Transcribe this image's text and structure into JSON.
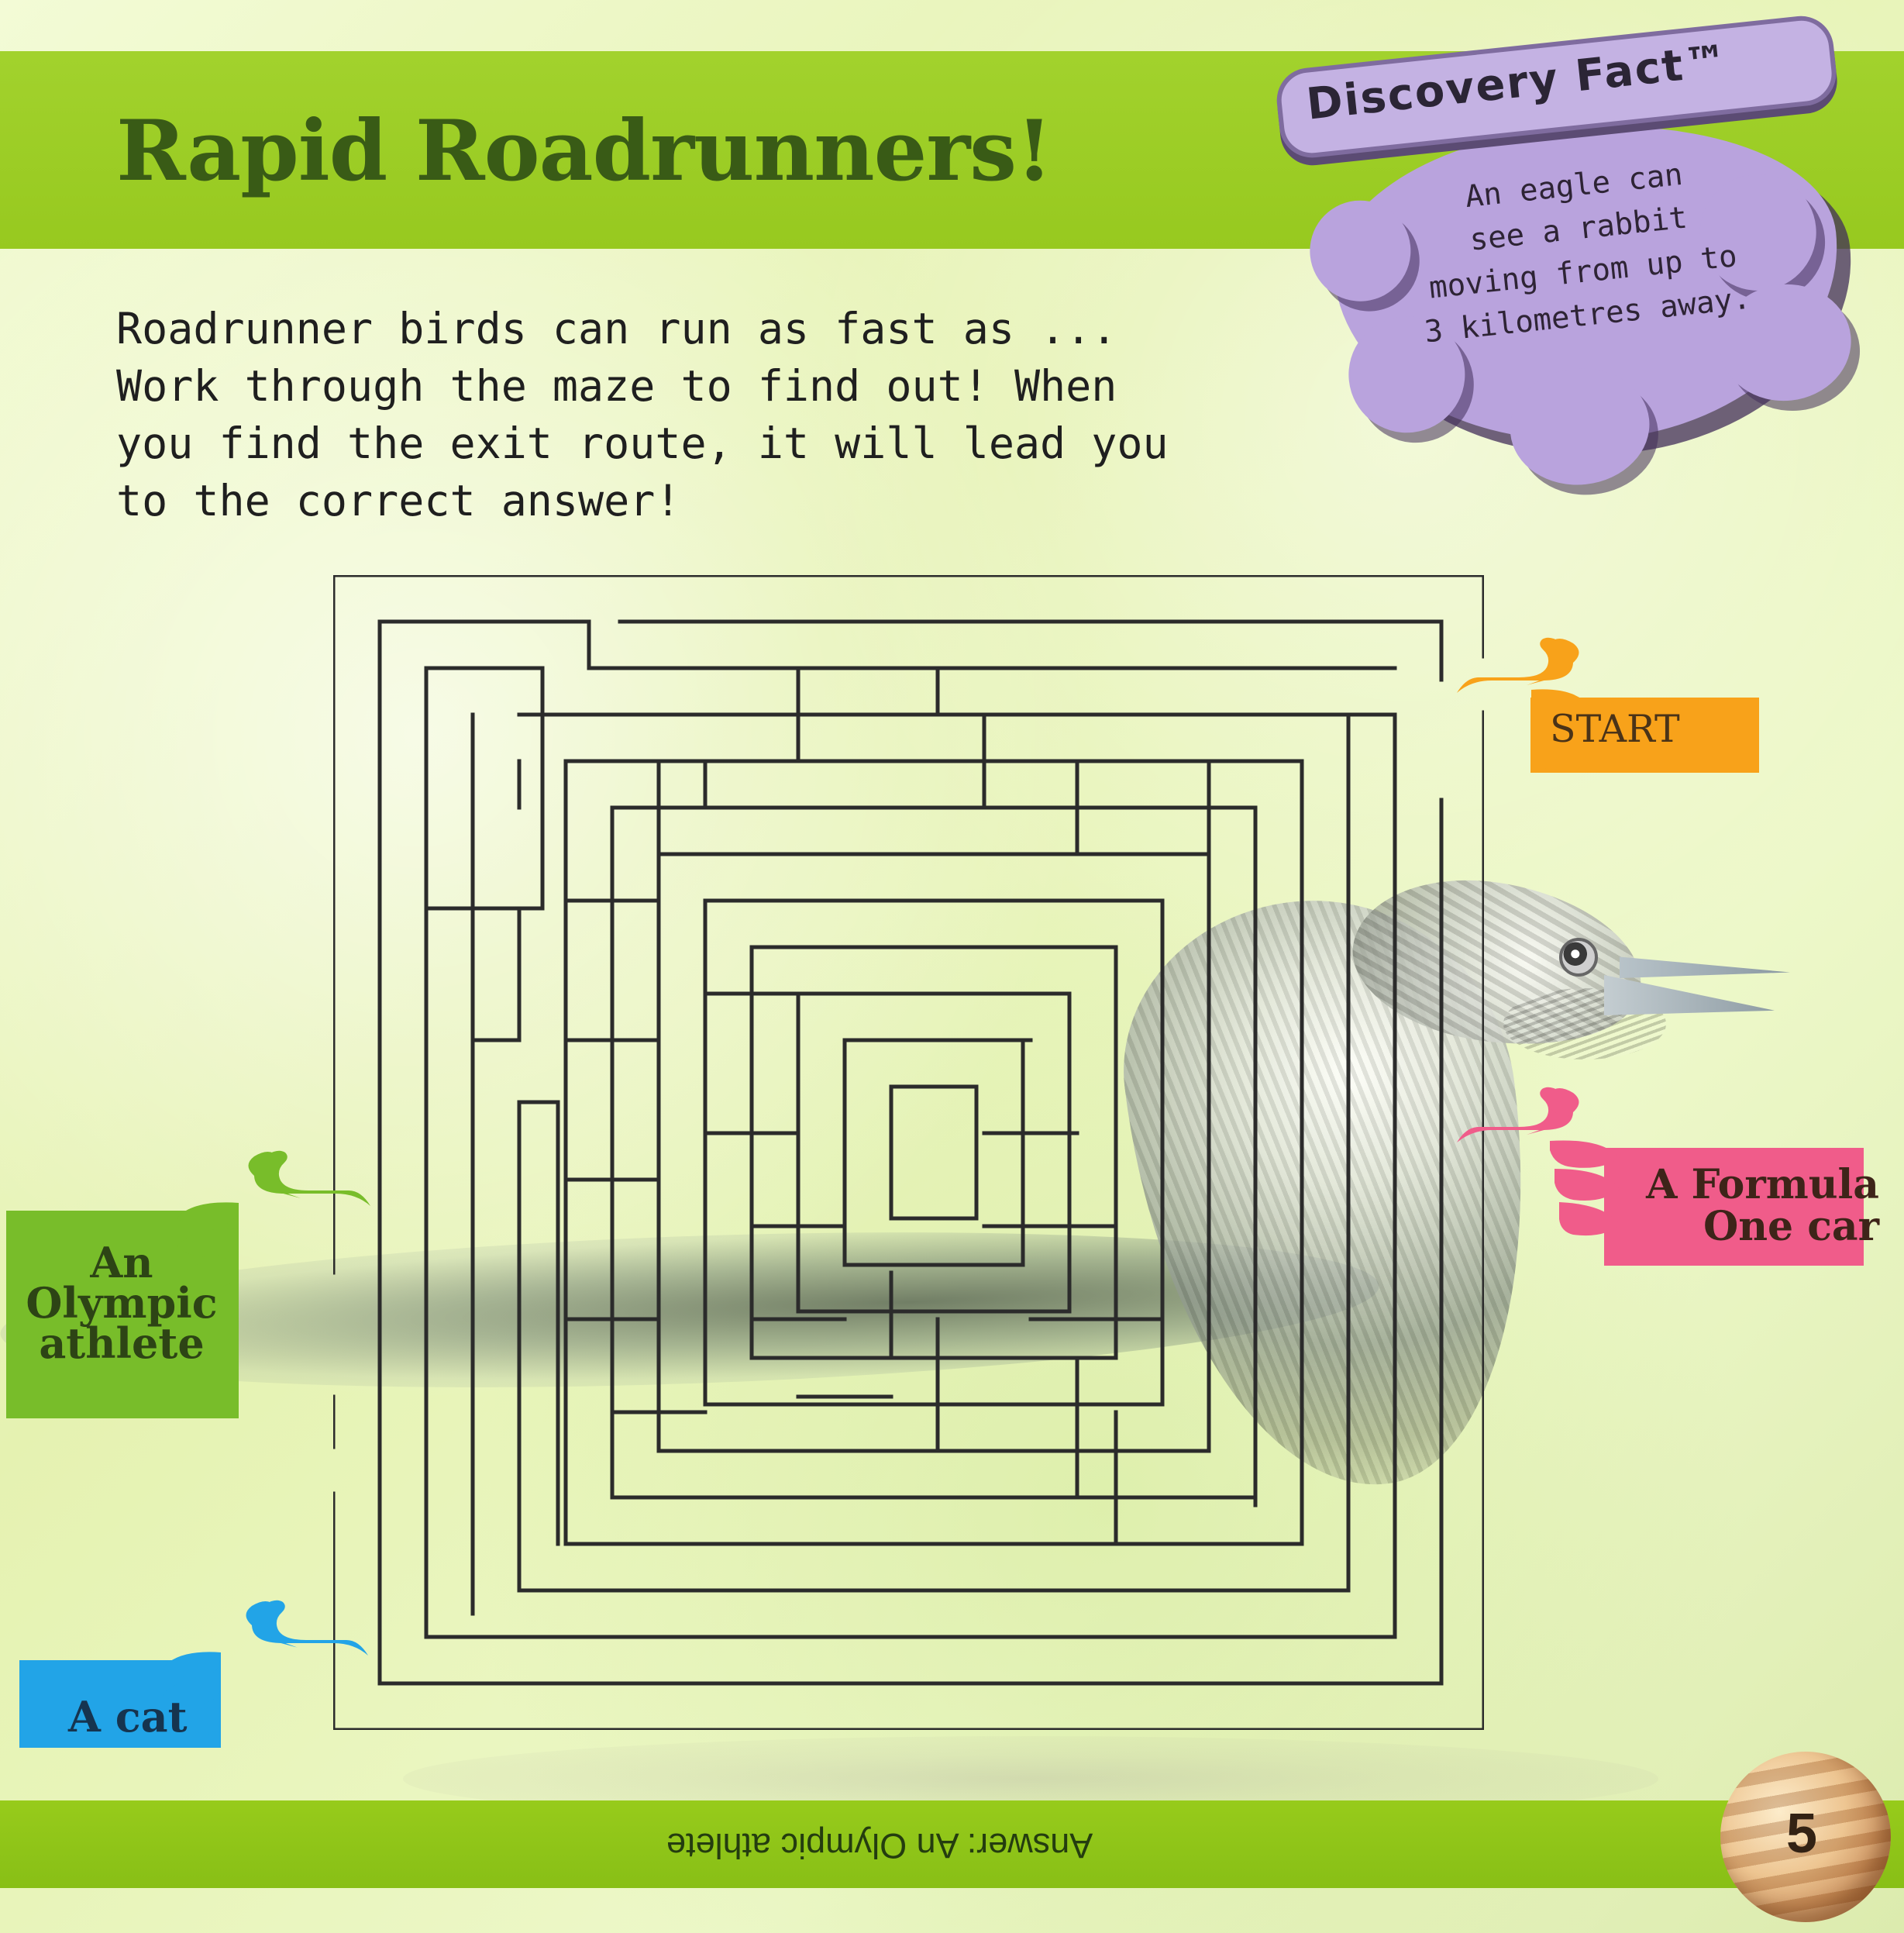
{
  "page": {
    "title": "Rapid Roadrunners!",
    "intro_lines": [
      "Roadrunner birds can run as fast as ...",
      "Work through the maze to find out! When",
      "you find the exit route, it will lead you",
      "to the correct answer!"
    ],
    "page_number": "5"
  },
  "fact": {
    "title": "Discovery Fact™",
    "lines": [
      "An eagle can",
      "see a rabbit",
      "moving from up to",
      "3 kilometres away."
    ]
  },
  "labels": {
    "start": "START",
    "formula_lines": [
      "A Formula",
      "One car"
    ],
    "athlete_lines": [
      "An",
      "Olympic",
      "athlete"
    ],
    "cat": "A cat"
  },
  "answer": "Answer: An Olympic athlete",
  "colors": {
    "top_band": "#a2d22d",
    "title": "#395b16",
    "fact_bubble": "#b9a3dd",
    "start_hand": "#f8a21a",
    "formula_hand": "#f05c8a",
    "athlete_hand": "#78bd2a",
    "cat_hand": "#22a4e7",
    "bottom_band": "#97cb1b"
  },
  "icons": {
    "start": "pointing-hand-icon",
    "formula": "pointing-hand-icon",
    "athlete": "pointing-hand-icon",
    "cat": "pointing-hand-icon",
    "planet": "planet-icon"
  }
}
